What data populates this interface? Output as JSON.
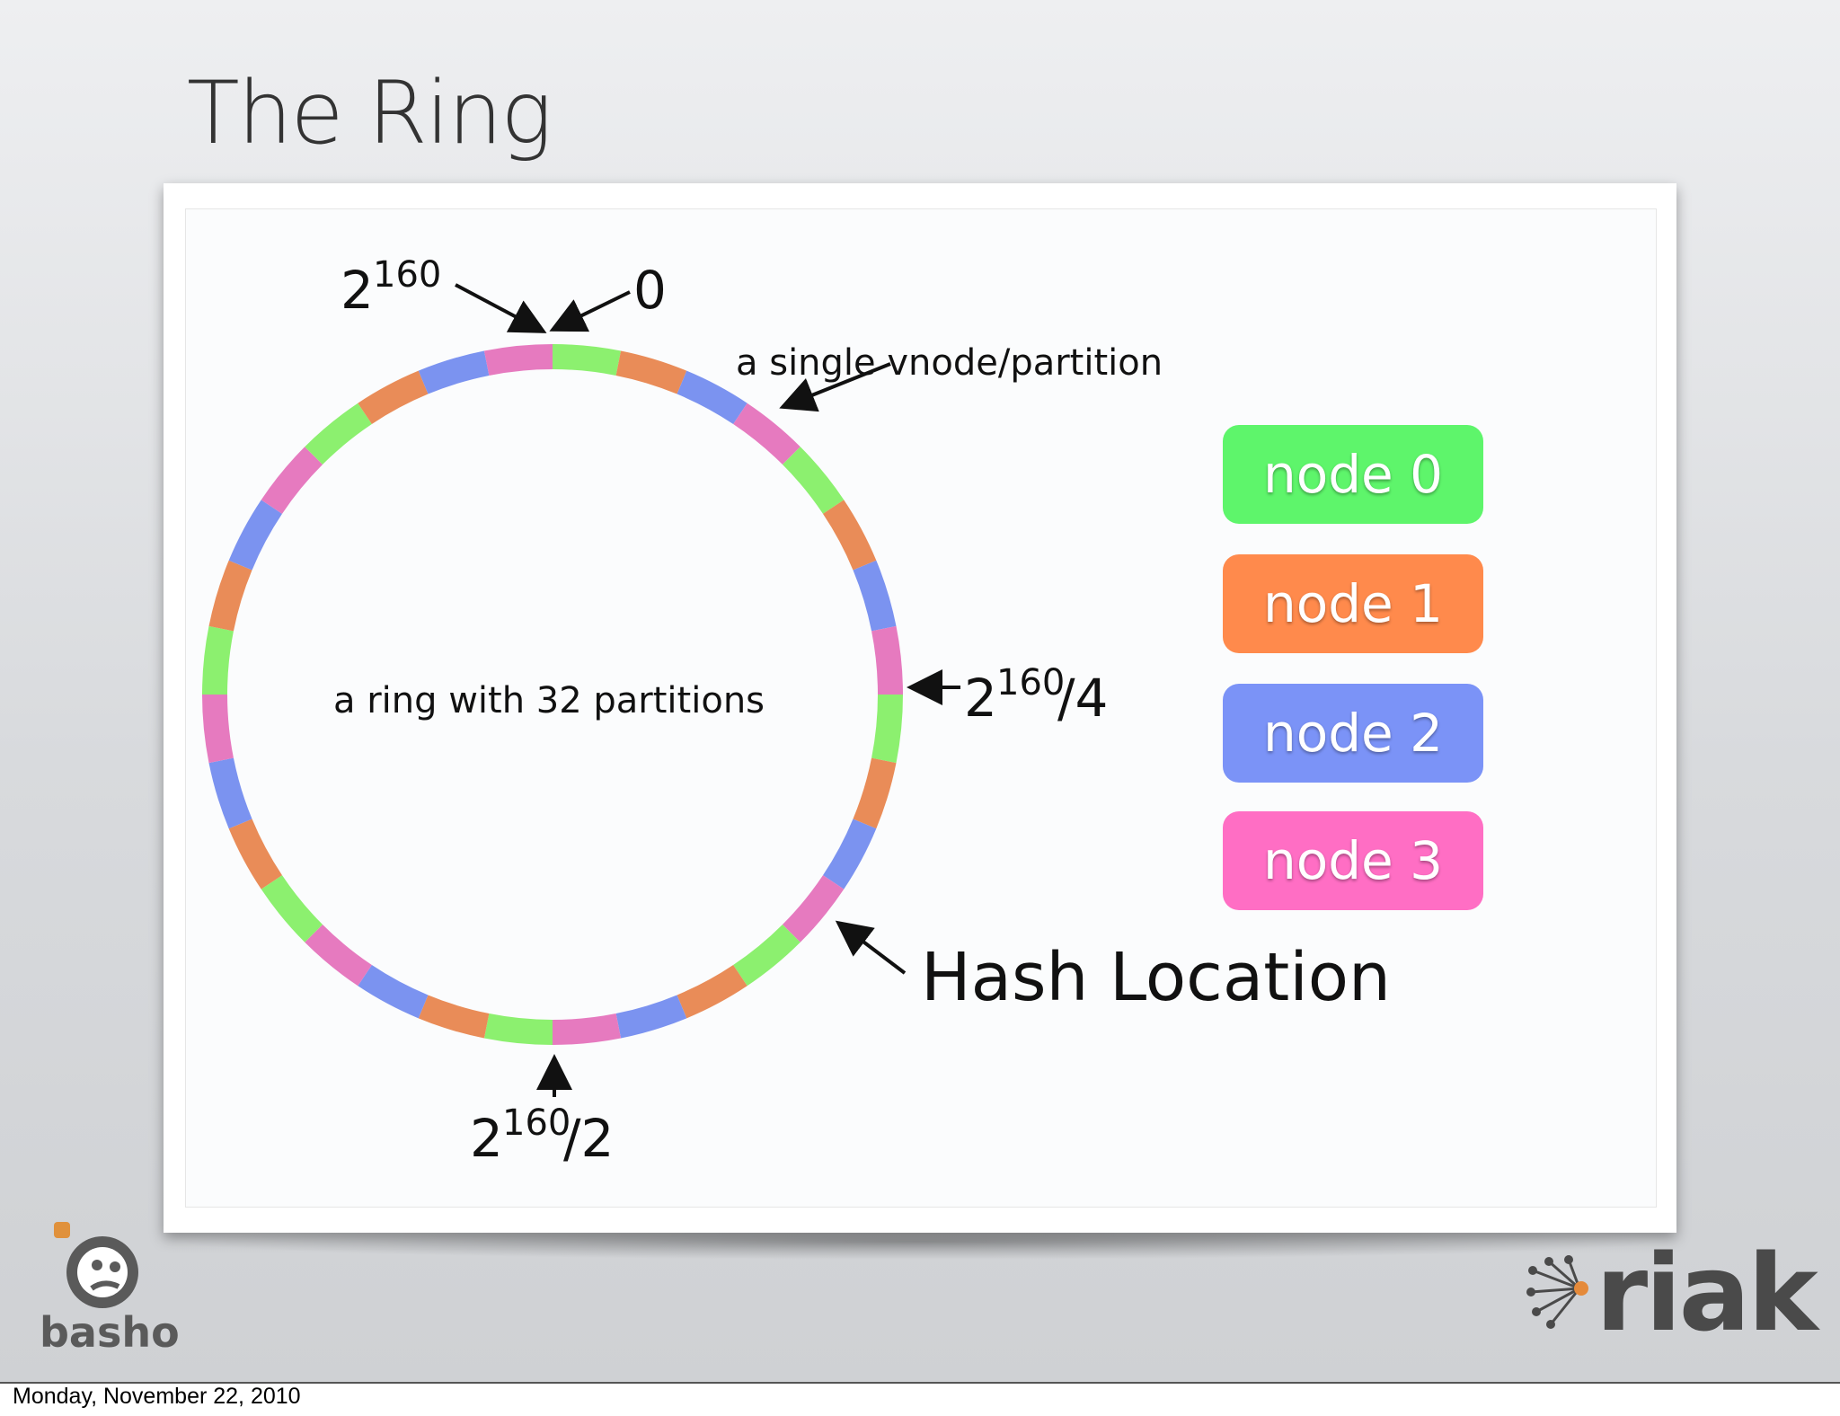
{
  "slide": {
    "title": "The Ring",
    "date": "Monday, November 22, 2010"
  },
  "diagram": {
    "ring_label": "a ring with 32 partitions",
    "partition_count": 32,
    "partition_color_sequence": [
      "green",
      "orange",
      "blue",
      "pink"
    ],
    "labels": {
      "top_left_base": "2",
      "top_left_exp": "160",
      "top_right": "0",
      "vnode": "a single vnode/partition",
      "quarter_base": "2",
      "quarter_exp": "160",
      "quarter_suffix": "/4",
      "half_base": "2",
      "half_exp": "160",
      "half_suffix": "/2",
      "hash": "Hash Location"
    },
    "nodes": [
      {
        "label": "node 0",
        "color": "#5ef56b"
      },
      {
        "label": "node 1",
        "color": "#ff8a4c"
      },
      {
        "label": "node 2",
        "color": "#7b93f7"
      },
      {
        "label": "node 3",
        "color": "#ff6ec4"
      }
    ],
    "ring_colors": {
      "green": "#8cf06f",
      "orange": "#e98c58",
      "blue": "#7b93f0",
      "pink": "#e67abf"
    }
  },
  "logos": {
    "left": "basho",
    "right": "riak"
  }
}
